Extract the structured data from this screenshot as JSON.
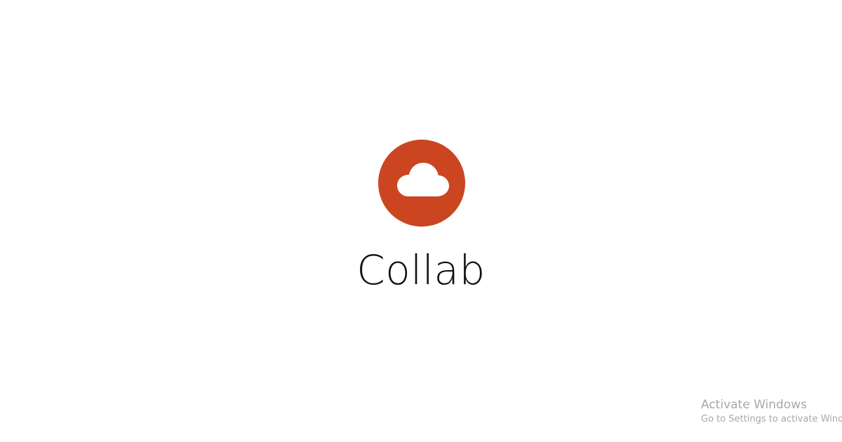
{
  "app": {
    "name": "Collab",
    "brand_color": "#ca4520",
    "logo_icon": "cloud-icon"
  },
  "watermark": {
    "title": "Activate Windows",
    "subtitle": "Go to Settings to activate Windows."
  }
}
